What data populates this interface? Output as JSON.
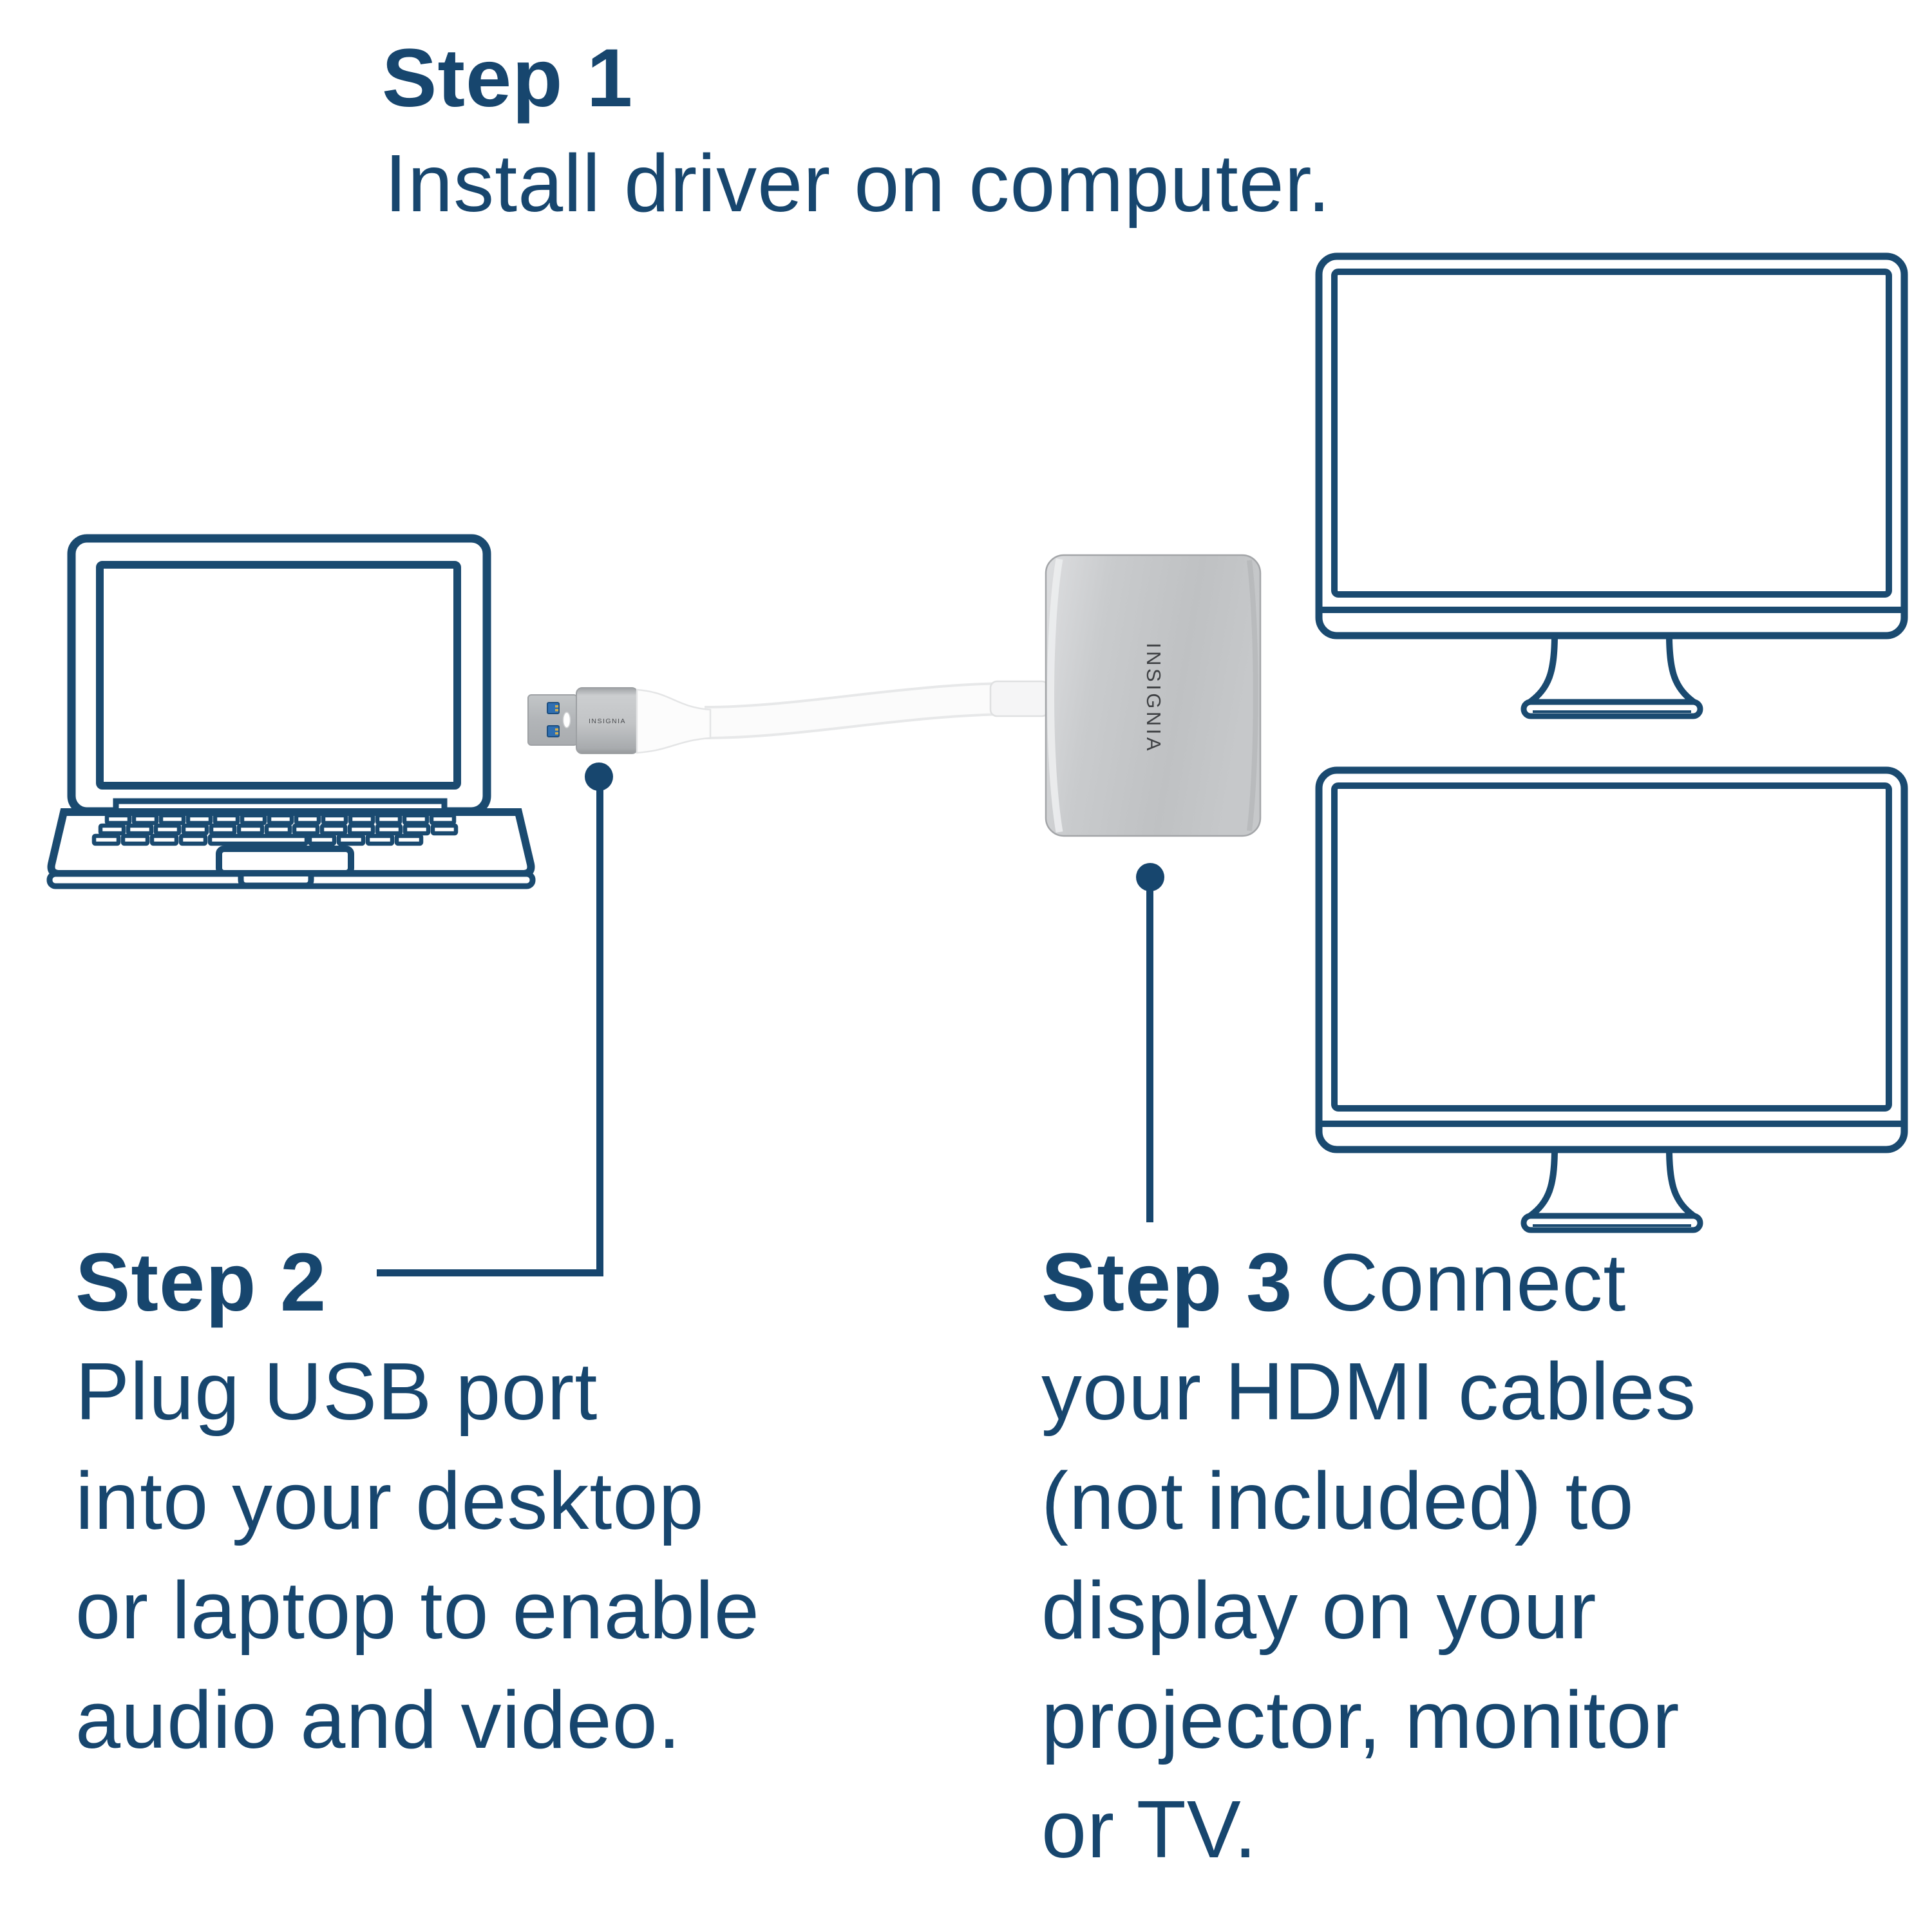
{
  "title": "USB to HDMI adapter setup diagram",
  "colors": {
    "accent_navy": "#17466E",
    "outline_navy": "#1A4A70",
    "adapter_silver": "#C6C8CA",
    "cable_white": "#FBFBFB",
    "usb_pin_blue": "#2F6FB2"
  },
  "step1": {
    "title": "Step 1",
    "body": "Install driver on computer."
  },
  "step2": {
    "title": "Step 2",
    "lines": [
      "Plug USB port",
      "into your desktop",
      "or laptop to enable",
      "audio and video."
    ]
  },
  "step3": {
    "title": "Step 3",
    "title_suffix": "Connect",
    "lines": [
      "your HDMI cables",
      "(not included) to",
      "display on your",
      "projector, monitor",
      "or TV."
    ]
  },
  "devices": {
    "adapter_brand": "INSIGNIA",
    "usb_plug_brand": "INSIGNIA"
  }
}
